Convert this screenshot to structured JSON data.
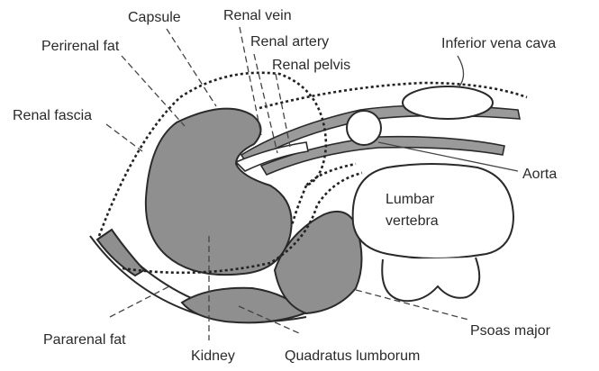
{
  "labels": {
    "capsule": "Capsule",
    "renal_vein": "Renal vein",
    "perirenal_fat": "Perirenal fat",
    "renal_artery": "Renal artery",
    "renal_pelvis": "Renal pelvis",
    "inferior_vena_cava": "Inferior vena cava",
    "renal_fascia": "Renal fascia",
    "aorta": "Aorta",
    "lumbar_vertebra_line1": "Lumbar",
    "lumbar_vertebra_line2": "vertebra",
    "psoas_major": "Psoas major",
    "pararenal_fat": "Pararenal fat",
    "kidney": "Kidney",
    "quadratus_lumborum": "Quadratus lumborum"
  },
  "colors": {
    "tissue_fill": "#8f8f8f",
    "outline": "#2a2a2a",
    "background": "#ffffff"
  }
}
